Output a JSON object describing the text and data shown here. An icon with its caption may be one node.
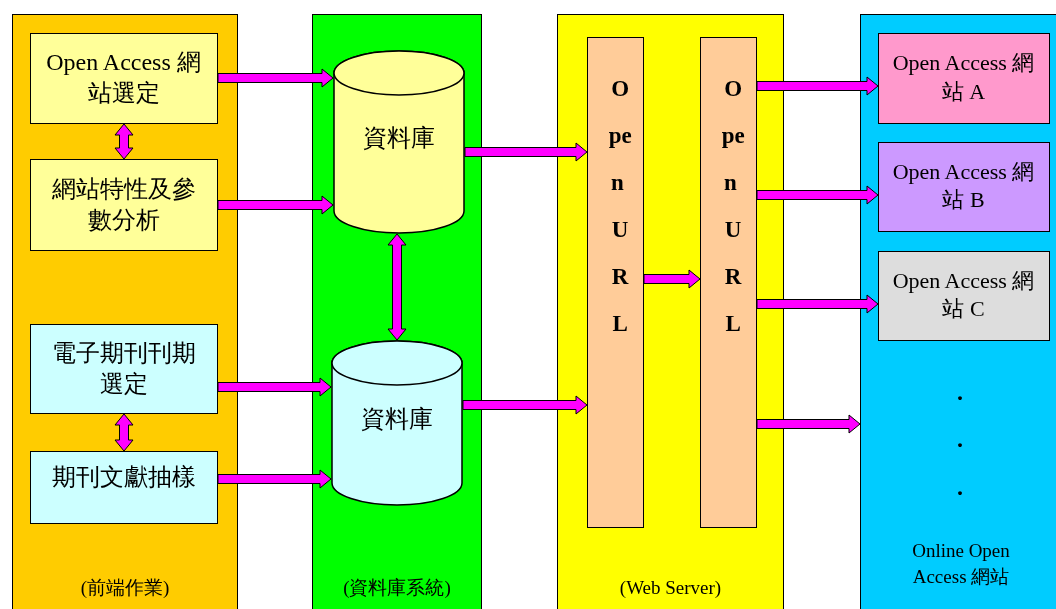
{
  "diagram": {
    "nodes": [
      {
        "text": [
          "(前端作業)"
        ]
      },
      {
        "text": [
          "Open Access 網站選定"
        ],
        "in": 0
      },
      {
        "text": [
          "網站特性及參數分析"
        ],
        "in": 0
      },
      {
        "text": [
          "電子期刊刊期選定"
        ],
        "in": 0
      },
      {
        "text": [
          "期刊文獻抽樣"
        ],
        "in": 0
      },
      {
        "text": [
          "(資料庫系統)"
        ]
      },
      {
        "text": [
          "資料庫"
        ],
        "in": 5
      },
      {
        "text": [
          "資料庫"
        ],
        "in": 5
      },
      {
        "text": [
          "(Web Server)"
        ]
      },
      {
        "text": [
          "Open URL"
        ],
        "in": 8
      },
      {
        "text": [
          "Open URL"
        ],
        "in": 8
      },
      {
        "text": [
          "Online Open Access 網站"
        ]
      },
      {
        "text": [
          "Open Access 網站 A"
        ],
        "in": 11
      },
      {
        "text": [
          "Open Access 網站 B"
        ],
        "in": 11
      },
      {
        "text": [
          "Open Access 網站 C"
        ],
        "in": 11
      }
    ],
    "edges": [
      {
        "from": 1,
        "to": 2,
        "arrow": "both"
      },
      {
        "from": 3,
        "to": 4,
        "arrow": "both"
      },
      {
        "from": 1,
        "to": 6,
        "arrow": "to"
      },
      {
        "from": 2,
        "to": 6,
        "arrow": "to"
      },
      {
        "from": 3,
        "to": 7,
        "arrow": "to"
      },
      {
        "from": 4,
        "to": 7,
        "arrow": "to"
      },
      {
        "from": 6,
        "to": 7,
        "arrow": "both"
      },
      {
        "from": 6,
        "to": 9,
        "arrow": "to"
      },
      {
        "from": 7,
        "to": 9,
        "arrow": "to"
      },
      {
        "from": 9,
        "to": 10,
        "arrow": "to"
      },
      {
        "from": 10,
        "to": 12,
        "arrow": "to"
      },
      {
        "from": 10,
        "to": 13,
        "arrow": "to"
      },
      {
        "from": 10,
        "to": 14,
        "arrow": "to"
      },
      {
        "from": 10,
        "to": 11,
        "arrow": "to"
      }
    ],
    "labels": [
      ".",
      ".",
      "."
    ]
  }
}
